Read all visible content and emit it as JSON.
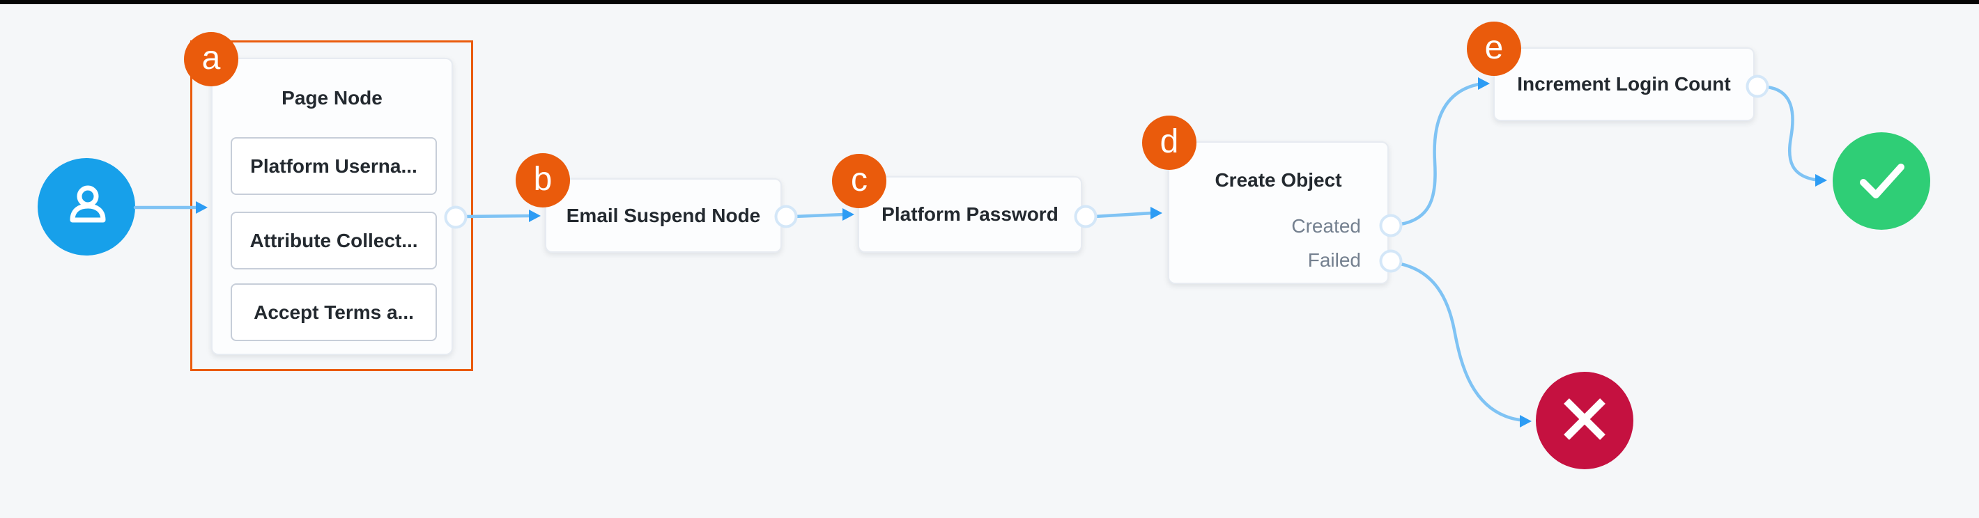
{
  "app": {
    "view": "journey-flow-canvas"
  },
  "flow": {
    "start_node": {
      "icon": "user-icon"
    },
    "nodes": {
      "page": {
        "marker": "a",
        "title": "Page Node",
        "children": [
          "Platform Userna...",
          "Attribute Collect...",
          "Accept Terms a..."
        ],
        "selected": true
      },
      "email_suspend": {
        "marker": "b",
        "title": "Email Suspend Node"
      },
      "platform_password": {
        "marker": "c",
        "title": "Platform Password"
      },
      "create_object": {
        "marker": "d",
        "title": "Create Object",
        "outcomes": {
          "created": "Created",
          "failed": "Failed"
        }
      },
      "increment_login_count": {
        "marker": "e",
        "title": "Increment Login Count"
      }
    },
    "success_node": {
      "icon": "check-icon"
    },
    "failure_node": {
      "icon": "x-icon"
    }
  },
  "colors": {
    "canvas_background": "#f5f7f9",
    "top_bar": "#050505",
    "annotation_orange": "#ea5b0c",
    "start_node_blue": "#17a0ea",
    "success_green": "#2fce76",
    "failure_red": "#c51140",
    "edge_line_blue": "#7fc3f4",
    "edge_arrow_blue": "#2d9cf4",
    "port_ring_blue": "#d4e7f8",
    "card_title_text": "#23292f",
    "outcome_text": "#74808f"
  }
}
